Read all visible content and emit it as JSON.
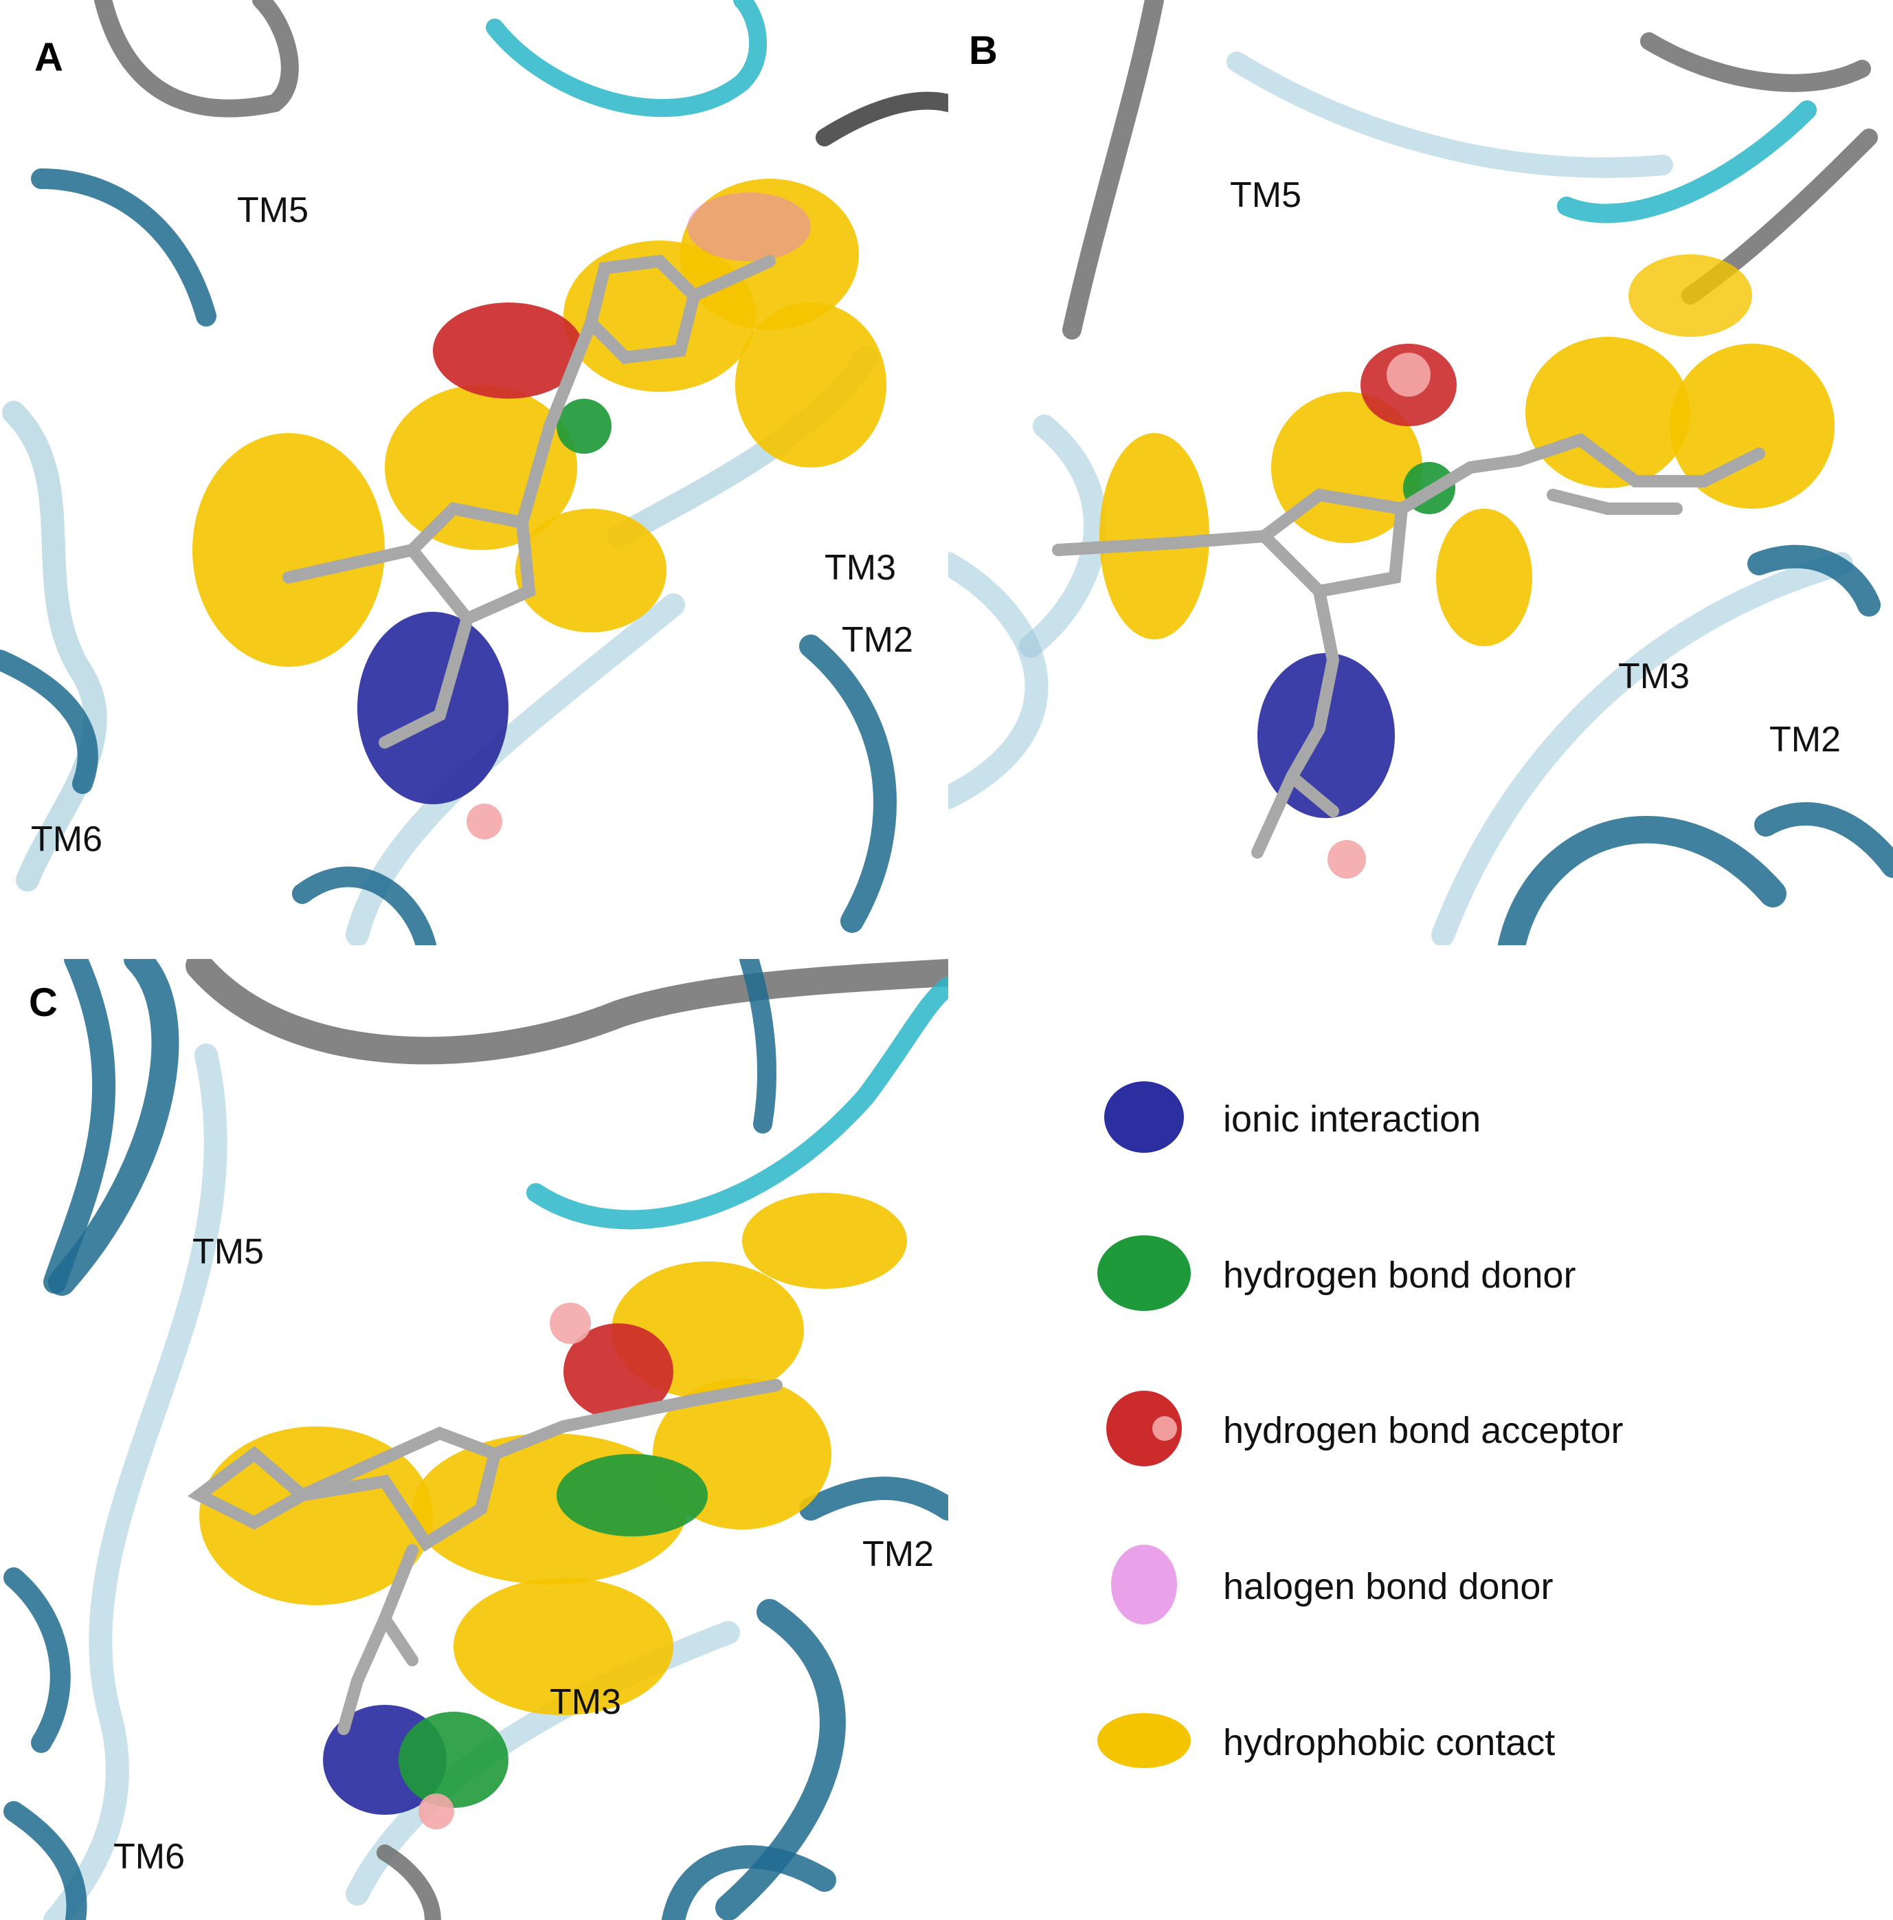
{
  "panels": [
    {
      "id": "A",
      "label": "A",
      "tm_labels": [
        "TM5",
        "TM3",
        "TM2",
        "TM6"
      ]
    },
    {
      "id": "B",
      "label": "B",
      "tm_labels": [
        "TM5",
        "TM3",
        "TM2"
      ]
    },
    {
      "id": "C",
      "label": "C",
      "tm_labels": [
        "TM5",
        "TM2",
        "TM3",
        "TM6"
      ]
    }
  ],
  "legend": [
    {
      "label": "ionic interaction",
      "color": "#2b2fa0",
      "icon": "ionic-cloud-icon"
    },
    {
      "label": "hydrogen bond donor",
      "color": "#1f9a3a",
      "icon": "hbd-cloud-icon"
    },
    {
      "label": "hydrogen bond acceptor",
      "color": "#cc2b2b",
      "icon": "hba-cloud-icon"
    },
    {
      "label": "halogen bond donor",
      "color": "#e07be0",
      "icon": "halogen-cloud-icon"
    },
    {
      "label": "hydrophobic contact",
      "color": "#f5c400",
      "icon": "hydrophobic-cloud-icon"
    }
  ],
  "colors": {
    "helix_dark": "#1f6b8f",
    "helix_light": "#9cc8d8",
    "helix_cyan": "#29b6c8",
    "helix_gray": "#6f6f6f",
    "ligand": "#a8a8a8"
  }
}
